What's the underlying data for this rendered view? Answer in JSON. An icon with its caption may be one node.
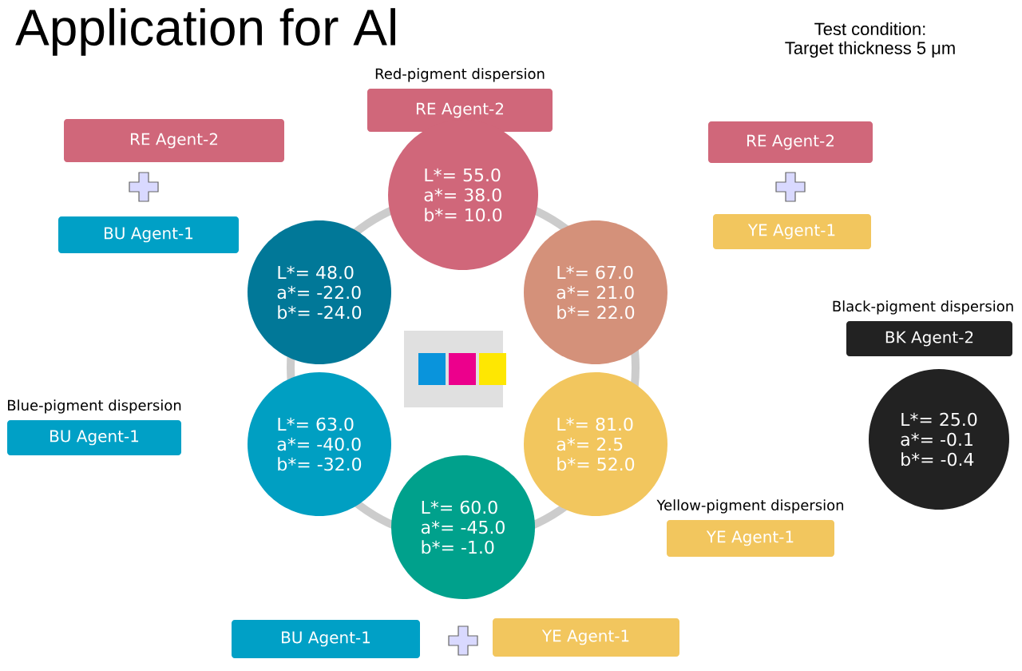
{
  "diagram": {
    "title": "Application for Al",
    "nodes": [
      {
        "text": [
          "RE Agent-2"
        ]
      },
      {
        "text": [
          "RE Agent-2"
        ],
        "beside": [
          "Red-pigment dispersion"
        ]
      },
      {
        "text": [
          "RE Agent-2"
        ]
      },
      {
        "text": [
          "BU Agent-1"
        ]
      },
      {
        "text": [
          "YE Agent-1"
        ]
      },
      {
        "text": [
          "L*=  55.0",
          "a*=  38.0",
          "b*=  10.0"
        ]
      },
      {
        "text": [
          "L*=  48.0",
          "a*= -22.0",
          "b*= -24.0"
        ]
      },
      {
        "text": [
          "L*=  67.0",
          "a*=  21.0",
          "b*=  22.0"
        ]
      },
      {
        "text": [
          "BK Agent-2"
        ],
        "beside": [
          "Black-pigment dispersion"
        ]
      },
      {
        "text": [
          "BU Agent-1"
        ],
        "beside": [
          "Blue-pigment dispersion"
        ]
      },
      {
        "text": [
          "L*=  63.0",
          "a*= -40.0",
          "b*= -32.0"
        ]
      },
      {
        "text": [
          "L*=  81.0",
          "a*=    2.5",
          "b*=  52.0"
        ]
      },
      {
        "text": [
          "L*=  25.0",
          "a*=   -0.1",
          "b*=   -0.4"
        ]
      },
      {
        "text": [
          "L*=  60.0",
          "a*= -45.0",
          "b*=   -1.0"
        ]
      },
      {
        "text": [
          "YE Agent-1"
        ],
        "beside": [
          "Yellow-pigment dispersion"
        ]
      },
      {
        "text": [
          "BU Agent-1"
        ]
      },
      {
        "text": [
          "YE Agent-1"
        ]
      }
    ],
    "labels": [
      "Test condition:",
      "Target thickness 5 μm"
    ]
  }
}
